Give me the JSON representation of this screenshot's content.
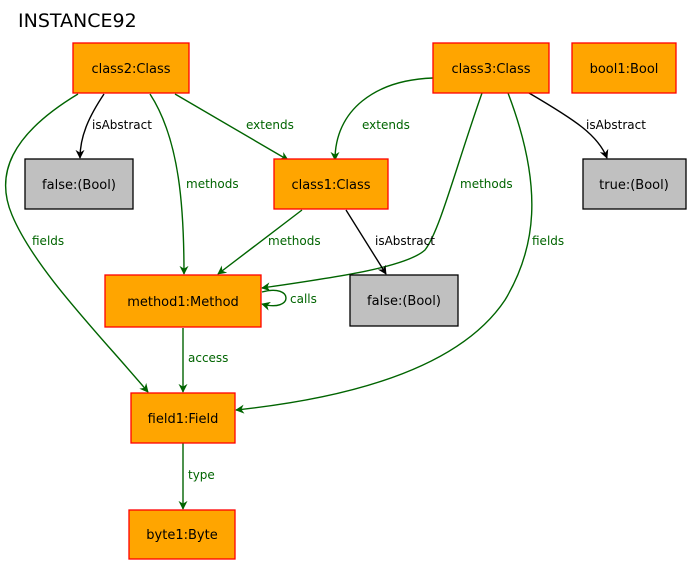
{
  "title": "INSTANCE92",
  "colors": {
    "object_fill": "#FFA500",
    "object_stroke": "#FF0000",
    "value_fill": "#C0C0C0",
    "value_stroke": "#000000",
    "reference_edge": "#006400",
    "attribute_edge": "#000000"
  },
  "nodes": {
    "class2": "class2:Class",
    "class3": "class3:Class",
    "bool1": "bool1:Bool",
    "false_a": "false:(Bool)",
    "class1": "class1:Class",
    "true_a": "true:(Bool)",
    "method1": "method1:Method",
    "false_b": "false:(Bool)",
    "field1": "field1:Field",
    "byte1": "byte1:Byte"
  },
  "edges": [
    {
      "id": "e1",
      "label": "isAbstract",
      "kind": "attribute"
    },
    {
      "id": "e2",
      "label": "extends",
      "kind": "reference"
    },
    {
      "id": "e3",
      "label": "methods",
      "kind": "reference"
    },
    {
      "id": "e4",
      "label": "fields",
      "kind": "reference"
    },
    {
      "id": "e5",
      "label": "extends",
      "kind": "reference"
    },
    {
      "id": "e6",
      "label": "isAbstract",
      "kind": "attribute"
    },
    {
      "id": "e7",
      "label": "methods",
      "kind": "reference"
    },
    {
      "id": "e8",
      "label": "fields",
      "kind": "reference"
    },
    {
      "id": "e9",
      "label": "methods",
      "kind": "reference"
    },
    {
      "id": "e10",
      "label": "isAbstract",
      "kind": "attribute"
    },
    {
      "id": "e11",
      "label": "calls",
      "kind": "reference"
    },
    {
      "id": "e12",
      "label": "access",
      "kind": "reference"
    },
    {
      "id": "e13",
      "label": "type",
      "kind": "reference"
    }
  ]
}
